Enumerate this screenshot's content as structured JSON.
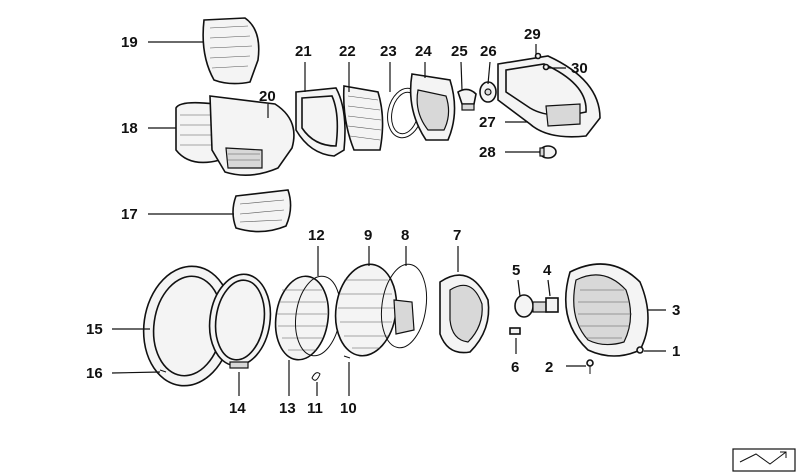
{
  "labels": {
    "c1": "1",
    "c2": "2",
    "c3": "3",
    "c4": "4",
    "c5": "5",
    "c6": "6",
    "c7": "7",
    "c8": "8",
    "c9": "9",
    "c10": "10",
    "c11": "11",
    "c12": "12",
    "c13": "13",
    "c14": "14",
    "c15": "15",
    "c16": "16",
    "c17": "17",
    "c18": "18",
    "c19": "19",
    "c20": "20",
    "c21": "21",
    "c22": "22",
    "c23": "23",
    "c24": "24",
    "c25": "25",
    "c26": "26",
    "c27": "27",
    "c28": "28",
    "c29": "29",
    "c30": "30"
  }
}
